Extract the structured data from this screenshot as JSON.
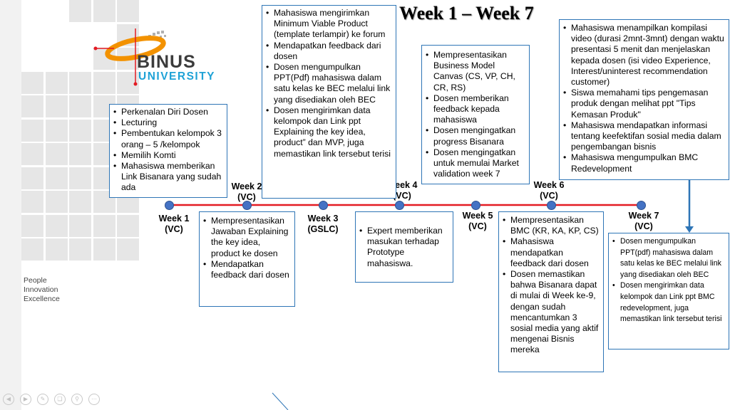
{
  "slide": {
    "title": "Week 1 – Week 7",
    "logo": {
      "name": "BINUS",
      "subtitle": "UNIVERSITY"
    },
    "tagline": [
      "People",
      "Innovation",
      "Excellence"
    ],
    "colors": {
      "timeline": "#e31b23",
      "milestone": "#4472c4",
      "box_border": "#2e75b6",
      "arrow": "#2e75b6",
      "brand_blue": "#1fa2d6"
    }
  },
  "weeks": [
    {
      "label": "Week 1",
      "mode": "(VC)"
    },
    {
      "label": "Week 2",
      "mode": "(VC)"
    },
    {
      "label": "Week 3",
      "mode": "(GSLC)"
    },
    {
      "label": "Week 4",
      "mode": "(VC)"
    },
    {
      "label": "Week 5",
      "mode": "(VC)"
    },
    {
      "label": "Week 6",
      "mode": "(VC)"
    },
    {
      "label": "Week 7",
      "mode": "(VC)"
    }
  ],
  "boxes": {
    "week1": [
      "Perkenalan Diri Dosen",
      "Lecturing",
      "Pembentukan kelompok 3 orang – 5 /kelompok",
      "Memilih Komti",
      "Mahasiswa memberikan Link Bisanara yang sudah ada"
    ],
    "week2": [
      "Mempresentasikan Jawaban Explaining the key idea, product ke dosen",
      "Mendapatkan feedback dari dosen"
    ],
    "week3": [
      "Mahasiswa mengirimkan Minimum Viable Product (template terlampir) ke forum",
      "Mendapatkan feedback dari dosen",
      "Dosen mengumpulkan PPT(Pdf) mahasiswa dalam satu kelas ke BEC melalui link yang disediakan oleh BEC",
      "Dosen mengirimkan data kelompok dan Link ppt Explaining the key idea, product” dan MVP, juga memastikan link tersebut terisi"
    ],
    "week4": [
      "Expert memberikan masukan terhadap Prototype mahasiswa."
    ],
    "week5": [
      "Mempresentasikan Business Model Canvas (CS, VP, CH, CR, RS)",
      "Dosen memberikan feedback kepada mahasiswa",
      "Dosen mengingatkan progress Bisanara",
      "Dosen mengingatkan untuk memulai Market validation week 7"
    ],
    "week6": [
      "Mempresentasikan BMC (KR, KA, KP, CS)",
      "Mahasiswa mendapatkan feedback dari dosen",
      "Dosen memastikan bahwa Bisanara dapat di mulai di Week ke-9, dengan sudah mencantumkan 3 sosial media yang aktif mengenai Bisnis mereka"
    ],
    "week7_top": [
      "Mahasiswa menampilkan kompilasi video (durasi 2mnt-3mnt) dengan waktu presentasi 5 menit dan menjelaskan kepada dosen (isi video Experience, Interest/uninterest recommendation customer)",
      "Siswa memahami tips pengemasan produk dengan melihat ppt \"Tips Kemasan Produk\"",
      "Mahasiswa mendapatkan informasi tentang keefektifan sosial media dalam pengembangan bisnis",
      "Mahasiswa mengumpulkan BMC Redevelopment"
    ],
    "week7_bottom": [
      "Dosen mengumpulkan PPT(pdf) mahasiswa dalam satu kelas ke BEC melalui link yang disediakan oleh BEC",
      "Dosen mengirimkan data kelompok dan Link ppt BMC redevelopment, juga memastikan link tersebut terisi"
    ]
  },
  "controls": [
    "prev-icon",
    "next-icon",
    "pen-icon",
    "copy-icon",
    "zoom-icon",
    "more-icon"
  ]
}
